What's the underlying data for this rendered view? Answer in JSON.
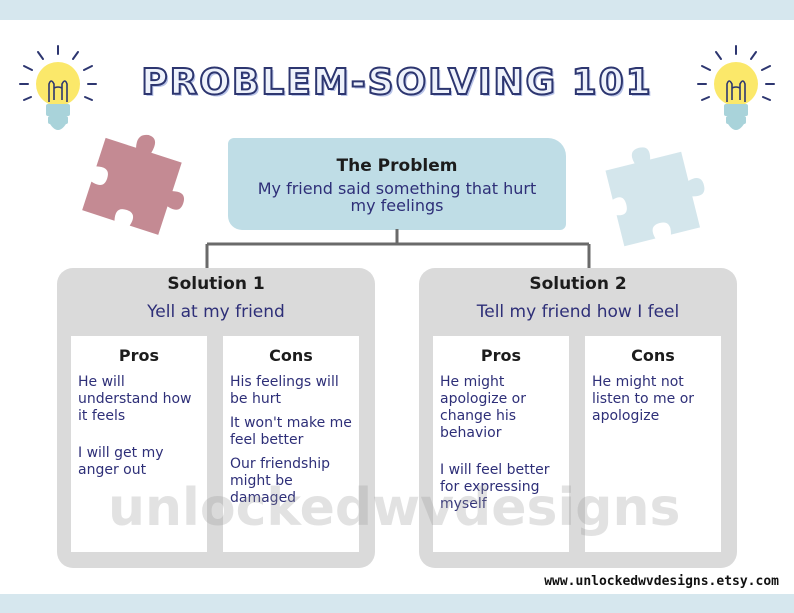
{
  "colors": {
    "band": "#d6e7ee",
    "title_fill": "#eef2fb",
    "title_outline": "#2d3670",
    "problem_box": "#bfdde6",
    "panel": "#dadada",
    "puzzle_left": "#c48a93",
    "puzzle_right": "#d4e6ec",
    "bulb_yellow": "#fbe86a",
    "bulb_base": "#a9d3da",
    "body_text": "#2e2f78"
  },
  "icons": {
    "left_bulb": "lightbulb-icon",
    "right_bulb": "lightbulb-icon",
    "left_puzzle": "puzzle-piece-icon",
    "right_puzzle": "puzzle-piece-icon"
  },
  "title": "PROBLEM-SOLVING 101",
  "problem": {
    "heading": "The Problem",
    "text": "My friend said something that hurt my feelings"
  },
  "solutions": [
    {
      "heading": "Solution 1",
      "text": "Yell at my friend",
      "pros_heading": "Pros",
      "pros": [
        "He will understand how it feels",
        "I will get my anger out"
      ],
      "cons_heading": "Cons",
      "cons": [
        "His feelings will be hurt",
        "It won't make me feel better",
        "Our friendship might be damaged"
      ]
    },
    {
      "heading": "Solution 2",
      "text": "Tell my friend how I feel",
      "pros_heading": "Pros",
      "pros": [
        "He might apologize or change his behavior",
        "I will feel better for expressing myself"
      ],
      "cons_heading": "Cons",
      "cons": [
        "He might not listen to me or apologize"
      ]
    }
  ],
  "watermark": "unlockedwvdesigns",
  "footer_url": "www.unlockedwvdesigns.etsy.com"
}
